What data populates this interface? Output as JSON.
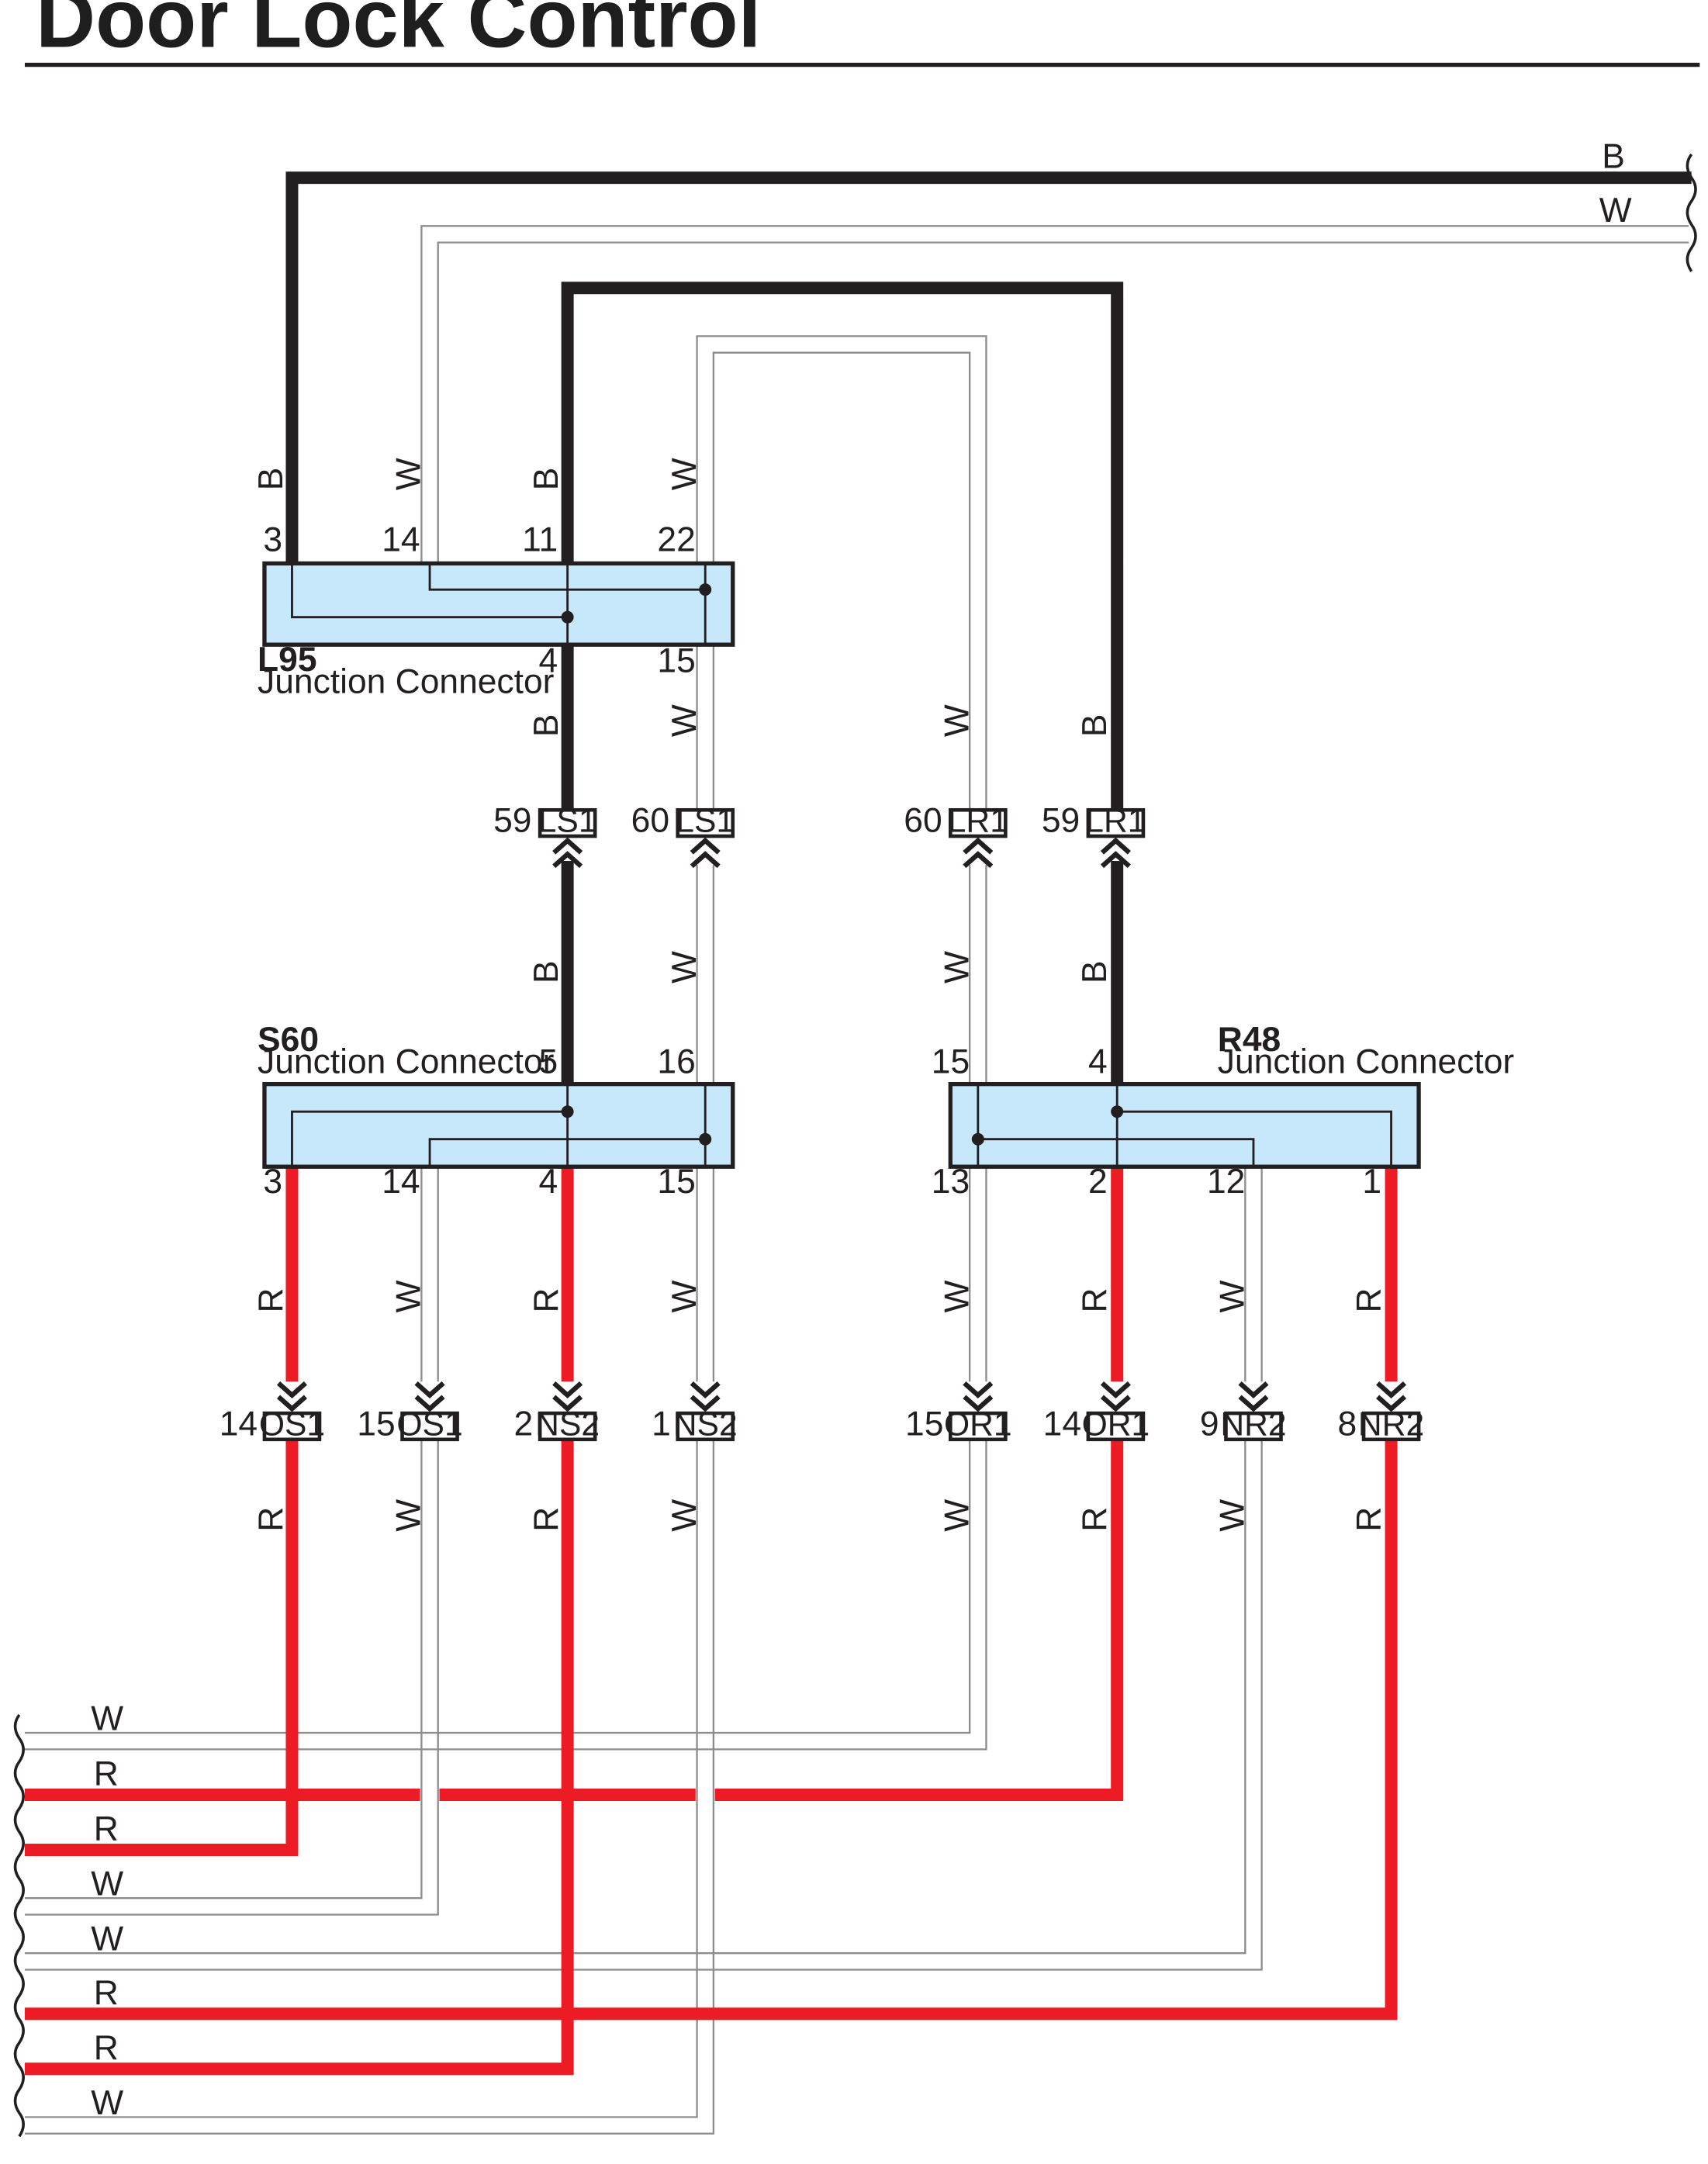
{
  "title": "Door Lock Control",
  "colors": {
    "black_wire": "#231f20",
    "red_wire": "#ed1c24",
    "white_wire_outline": "#8c8c8c",
    "connector_fill": "#c7e8fb",
    "connector_stroke": "#231f20"
  },
  "wire_labels": {
    "black": "B",
    "white": "W",
    "red": "R"
  },
  "junction_connectors": [
    {
      "id": "L95",
      "description": "Junction Connector",
      "top_pins": [
        "3",
        "14",
        "11",
        "22"
      ],
      "bottom_pins": [
        "4",
        "15"
      ]
    },
    {
      "id": "S60",
      "description": "Junction Connector",
      "top_pins": [
        "5",
        "16"
      ],
      "bottom_pins": [
        "3",
        "14",
        "4",
        "15"
      ]
    },
    {
      "id": "R48",
      "description": "Junction Connector",
      "top_pins": [
        "15",
        "4"
      ],
      "bottom_pins": [
        "13",
        "2",
        "12",
        "1"
      ]
    }
  ],
  "inline_connectors": {
    "upper": [
      {
        "pin": "59",
        "name": "LS1"
      },
      {
        "pin": "60",
        "name": "LS1"
      },
      {
        "pin": "60",
        "name": "LR1"
      },
      {
        "pin": "59",
        "name": "LR1"
      }
    ],
    "lower": [
      {
        "pin": "14",
        "name": "OS1"
      },
      {
        "pin": "15",
        "name": "OS1"
      },
      {
        "pin": "2",
        "name": "NS2"
      },
      {
        "pin": "1",
        "name": "NS2"
      },
      {
        "pin": "15",
        "name": "OR1"
      },
      {
        "pin": "14",
        "name": "OR1"
      },
      {
        "pin": "9",
        "name": "NR2"
      },
      {
        "pin": "8",
        "name": "NR2"
      }
    ]
  },
  "left_bus_labels": [
    "W",
    "R",
    "R",
    "W",
    "W",
    "R",
    "R",
    "W"
  ]
}
